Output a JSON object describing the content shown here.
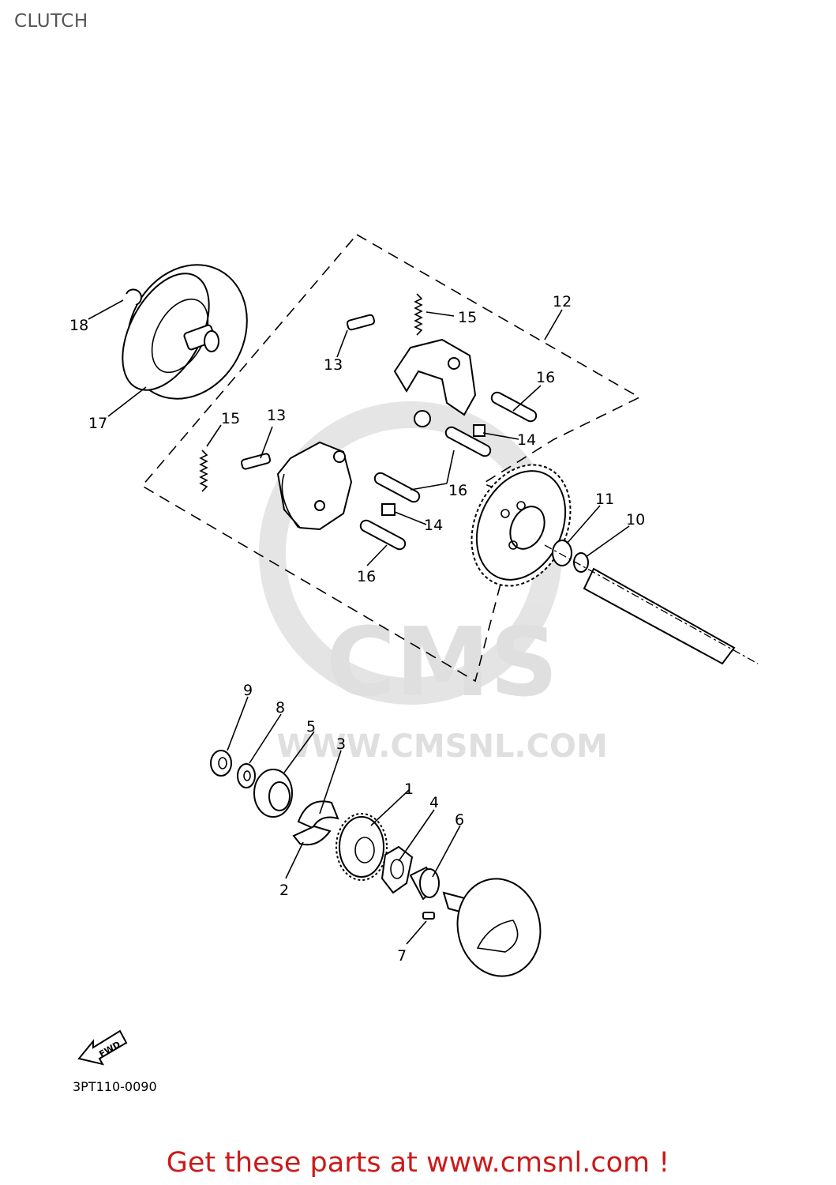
{
  "title": "CLUTCH",
  "diagram_code": "3PT110-0090",
  "fwd_label": "FWD",
  "watermark": {
    "brand": "CMS",
    "url": "WWW.CMSNL.COM"
  },
  "promo_text": "Get these parts at www.cmsnl.com !",
  "colors": {
    "promo": "#cc1a1a",
    "watermark": "#dcdcdc",
    "title": "#555555"
  },
  "callouts": [
    {
      "id": "1",
      "label": "1"
    },
    {
      "id": "2",
      "label": "2"
    },
    {
      "id": "3",
      "label": "3"
    },
    {
      "id": "4",
      "label": "4"
    },
    {
      "id": "5",
      "label": "5"
    },
    {
      "id": "6",
      "label": "6"
    },
    {
      "id": "7",
      "label": "7"
    },
    {
      "id": "8",
      "label": "8"
    },
    {
      "id": "9",
      "label": "9"
    },
    {
      "id": "10",
      "label": "10"
    },
    {
      "id": "11",
      "label": "11"
    },
    {
      "id": "12",
      "label": "12"
    },
    {
      "id": "13a",
      "label": "13"
    },
    {
      "id": "13b",
      "label": "13"
    },
    {
      "id": "14a",
      "label": "14"
    },
    {
      "id": "14b",
      "label": "14"
    },
    {
      "id": "15a",
      "label": "15"
    },
    {
      "id": "15b",
      "label": "15"
    },
    {
      "id": "16a",
      "label": "16"
    },
    {
      "id": "16b",
      "label": "16"
    },
    {
      "id": "16c",
      "label": "16"
    },
    {
      "id": "17",
      "label": "17"
    },
    {
      "id": "18",
      "label": "18"
    }
  ]
}
